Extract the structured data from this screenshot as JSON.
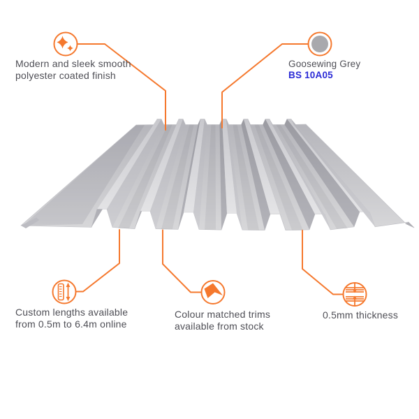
{
  "colors": {
    "accent_orange": "#f5782d",
    "body_text": "#4e4e55",
    "code_blue": "#2a2ad6",
    "sheet_light": "#d8d8da",
    "sheet_dark": "#b3b3b9",
    "swatch_grey": "#a9a9ad"
  },
  "callouts": {
    "finish": {
      "icon": "sparkles-icon",
      "line1": "Modern and sleek smooth",
      "line2": "polyester coated finish"
    },
    "colour": {
      "icon": "colour-swatch-icon",
      "name": "Goosewing Grey",
      "code": "BS 10A05"
    },
    "lengths": {
      "icon": "ruler-length-icon",
      "line1": "Custom lengths available",
      "line2": "from 0.5m to 6.4m online"
    },
    "trims": {
      "icon": "trim-icon",
      "line1": "Colour matched trims",
      "line2": "available from stock"
    },
    "thickness": {
      "icon": "thickness-icon",
      "line1": "0.5mm thickness"
    }
  }
}
